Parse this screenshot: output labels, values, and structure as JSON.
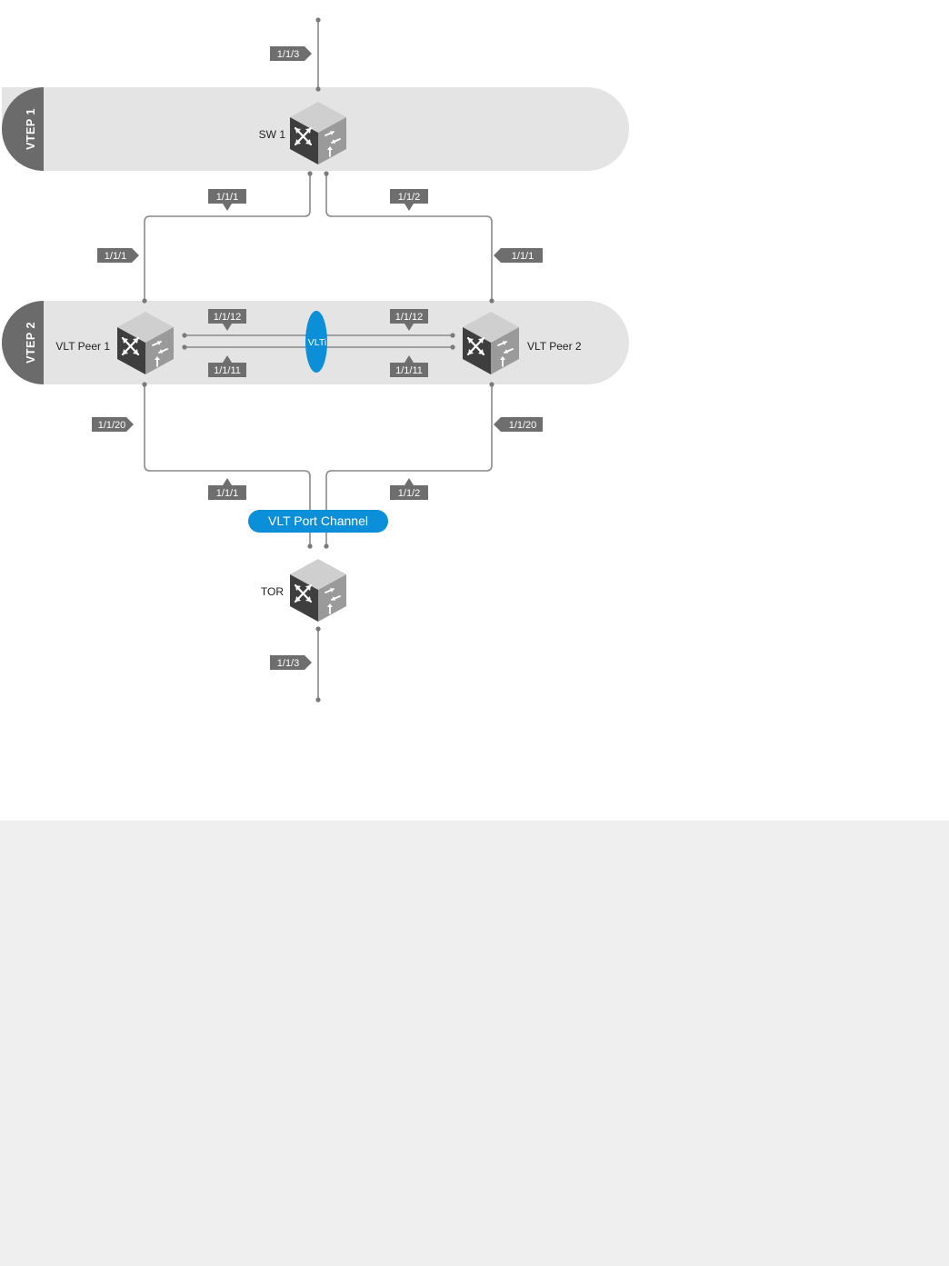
{
  "bands": {
    "vtep1": "VTEP 1",
    "vtep2": "VTEP 2"
  },
  "nodes": {
    "sw1": "SW 1",
    "vlt_peer_1": "VLT Peer 1",
    "vlt_peer_2": "VLT Peer 2",
    "tor": "TOR"
  },
  "ports": {
    "sw1_uplink": "1/1/3",
    "sw1_left": "1/1/1",
    "sw1_right": "1/1/2",
    "peer1_up": "1/1/1",
    "peer2_up": "1/1/1",
    "peer1_vlti_top": "1/1/12",
    "peer1_vlti_bottom": "1/1/11",
    "peer2_vlti_top": "1/1/12",
    "peer2_vlti_bottom": "1/1/11",
    "peer1_down": "1/1/20",
    "peer2_down": "1/1/20",
    "tor_left": "1/1/1",
    "tor_right": "1/1/2",
    "tor_downlink": "1/1/3"
  },
  "vlti_label": "VLTi",
  "port_channel_label": "VLT Port Channel",
  "colors": {
    "band": "#e4e4e4",
    "band_tab": "#6b6b6b",
    "port_tag": "#6e6e6e",
    "accent_blue": "#0a8fd8",
    "wire": "#8a8a8a"
  }
}
